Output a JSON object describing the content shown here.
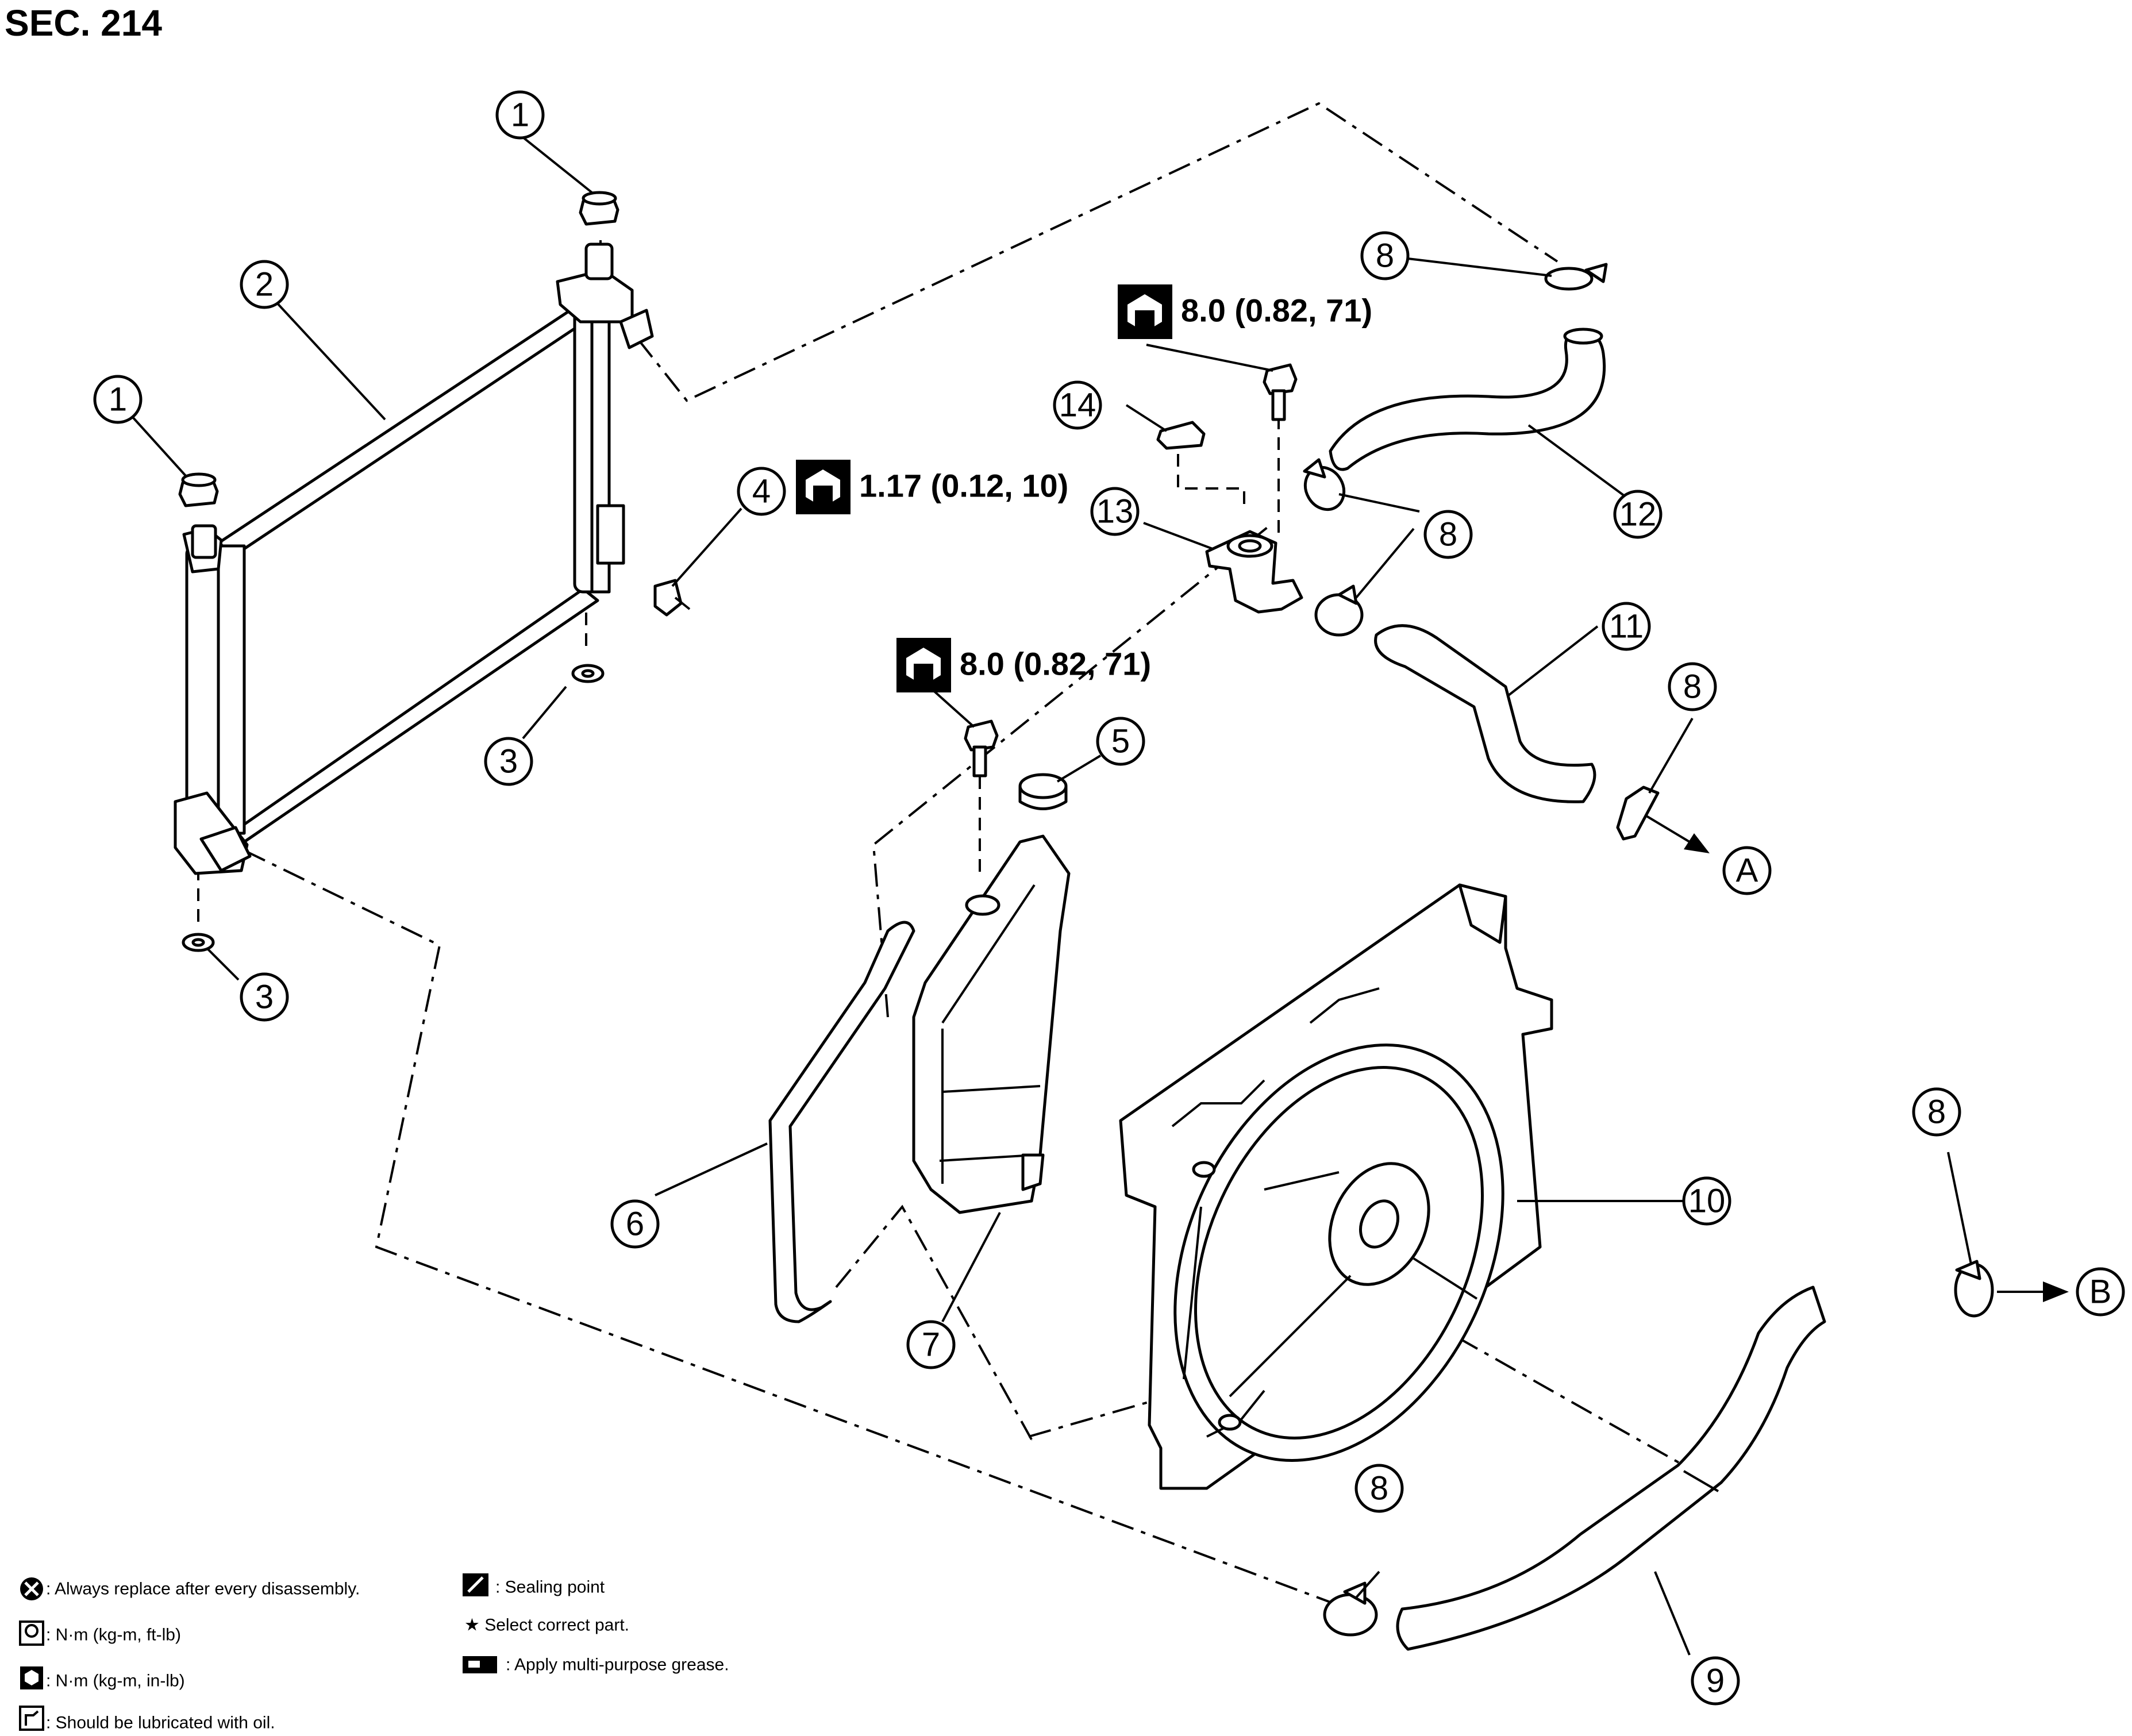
{
  "section_title": "SEC. 214",
  "callouts": [
    {
      "id": "c1a",
      "label": "1"
    },
    {
      "id": "c1b",
      "label": "1"
    },
    {
      "id": "c2",
      "label": "2"
    },
    {
      "id": "c3a",
      "label": "3"
    },
    {
      "id": "c3b",
      "label": "3"
    },
    {
      "id": "c4",
      "label": "4"
    },
    {
      "id": "c5",
      "label": "5"
    },
    {
      "id": "c6",
      "label": "6"
    },
    {
      "id": "c7",
      "label": "7"
    },
    {
      "id": "c8a",
      "label": "8"
    },
    {
      "id": "c8b",
      "label": "8"
    },
    {
      "id": "c8c",
      "label": "8"
    },
    {
      "id": "c8d",
      "label": "8"
    },
    {
      "id": "c8e",
      "label": "8"
    },
    {
      "id": "c9",
      "label": "9"
    },
    {
      "id": "c10",
      "label": "10"
    },
    {
      "id": "c11",
      "label": "11"
    },
    {
      "id": "c12",
      "label": "12"
    },
    {
      "id": "c13",
      "label": "13"
    },
    {
      "id": "c14",
      "label": "14"
    },
    {
      "id": "cA",
      "label": "A"
    },
    {
      "id": "cB",
      "label": "B"
    }
  ],
  "torque_specs": [
    {
      "id": "t1",
      "value": "8.0 (0.82, 71)",
      "icon": "torque-wrench-icon"
    },
    {
      "id": "t2",
      "value": "1.17 (0.12, 10)",
      "icon": "torque-wrench-icon"
    },
    {
      "id": "t3",
      "value": "8.0 (0.82, 71)",
      "icon": "torque-wrench-icon"
    }
  ],
  "legend": [
    {
      "icon": "replace-x-icon",
      "text": ": Always replace after every disassembly."
    },
    {
      "icon": "torque-ftlb-icon",
      "text": ": N·m (kg-m, ft-lb)"
    },
    {
      "icon": "torque-inlb-icon",
      "text": ": N·m (kg-m, in-lb)"
    },
    {
      "icon": "oil-can-icon",
      "text": ": Should be lubricated with oil."
    },
    {
      "icon": "sealing-point-icon",
      "text": ": Sealing point"
    },
    {
      "icon": "star-icon",
      "text": "★ Select correct part."
    },
    {
      "icon": "grease-icon",
      "text": ": Apply multi-purpose grease."
    }
  ]
}
